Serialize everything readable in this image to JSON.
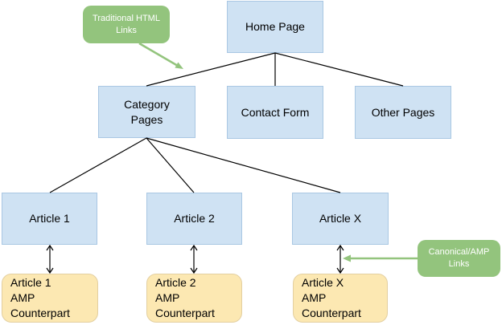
{
  "diagram": {
    "nodes": {
      "home": {
        "id": "home-page",
        "lines": [
          "Home Page"
        ]
      },
      "category": {
        "id": "category-pages",
        "lines": [
          "Category",
          "Pages"
        ]
      },
      "contact": {
        "id": "contact-form",
        "lines": [
          "Contact Form"
        ]
      },
      "other": {
        "id": "other-pages",
        "lines": [
          "Other Pages"
        ]
      },
      "article1": {
        "id": "article-1",
        "lines": [
          "Article 1"
        ]
      },
      "article2": {
        "id": "article-2",
        "lines": [
          "Article 2"
        ]
      },
      "articlex": {
        "id": "article-x",
        "lines": [
          "Article X"
        ]
      },
      "amp1": {
        "id": "amp-article-1",
        "lines": [
          "Article 1",
          "AMP",
          "Counterpart"
        ]
      },
      "amp2": {
        "id": "amp-article-2",
        "lines": [
          "Article 2",
          "AMP",
          "Counterpart"
        ]
      },
      "ampx": {
        "id": "amp-article-x",
        "lines": [
          "Article X",
          "AMP",
          "Counterpart"
        ]
      }
    },
    "callouts": {
      "traditional": {
        "id": "traditional-html-links",
        "lines": [
          "Traditional HTML",
          "Links"
        ]
      },
      "canonical": {
        "id": "canonical-amp-links",
        "lines": [
          "Canonical/AMP",
          "Links"
        ]
      }
    },
    "edges": [
      {
        "from": "home-page",
        "to": "category-pages",
        "type": "link"
      },
      {
        "from": "home-page",
        "to": "contact-form",
        "type": "link"
      },
      {
        "from": "home-page",
        "to": "other-pages",
        "type": "link"
      },
      {
        "from": "category-pages",
        "to": "article-1",
        "type": "link"
      },
      {
        "from": "category-pages",
        "to": "article-2",
        "type": "link"
      },
      {
        "from": "category-pages",
        "to": "article-x",
        "type": "link"
      },
      {
        "from": "article-1",
        "to": "amp-article-1",
        "type": "double-arrow"
      },
      {
        "from": "article-2",
        "to": "amp-article-2",
        "type": "double-arrow"
      },
      {
        "from": "article-x",
        "to": "amp-article-x",
        "type": "double-arrow"
      },
      {
        "from": "traditional-html-links",
        "to": "home-page-link-area",
        "type": "callout-arrow"
      },
      {
        "from": "canonical-amp-links",
        "to": "article-x-amp-link",
        "type": "callout-arrow"
      }
    ],
    "colors": {
      "page_fill": "#cfe2f3",
      "page_border": "#a9c7e3",
      "amp_fill": "#fce8b2",
      "amp_border": "#e3cfa0",
      "callout_fill": "#93c47d",
      "callout_text": "#ffffff",
      "connector": "#000000",
      "text": "#000000"
    }
  }
}
